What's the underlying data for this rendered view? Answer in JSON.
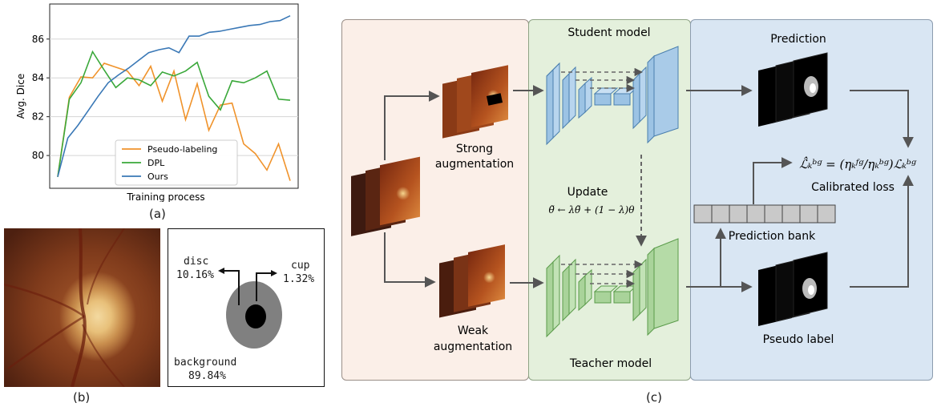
{
  "panel_a": {
    "caption": "(a)",
    "chart_data": {
      "type": "line",
      "title": "",
      "xlabel": "Training process",
      "ylabel": "Avg. Dice",
      "ylim": [
        78.6,
        87.6
      ],
      "yticks": [
        80,
        82,
        84,
        86
      ],
      "x": [
        0,
        1,
        2,
        3,
        4,
        5,
        6,
        7,
        8,
        9,
        10,
        11,
        12,
        13,
        14,
        15,
        16,
        17,
        18,
        19,
        20,
        21,
        22,
        23,
        24,
        25,
        26,
        27,
        28
      ],
      "grid": "horizontal",
      "legend_position": "lower-center",
      "series": [
        {
          "name": "Pseudo-labeling",
          "color": "#f0932b",
          "values": [
            78.9,
            83.0,
            84.05,
            84.0,
            84.75,
            84.55,
            84.35,
            83.6,
            84.6,
            82.8,
            84.35,
            81.85,
            83.7,
            81.3,
            82.6,
            82.7,
            80.6,
            80.1,
            79.25,
            80.6,
            78.7
          ]
        },
        {
          "name": "DPL",
          "color": "#3aa83a",
          "values": [
            78.9,
            82.9,
            83.75,
            85.35,
            84.4,
            83.5,
            84.0,
            83.9,
            83.6,
            84.3,
            84.1,
            84.35,
            84.8,
            83.05,
            82.35,
            83.85,
            83.75,
            84.0,
            84.35,
            82.9,
            82.85
          ]
        },
        {
          "name": "Ours",
          "color": "#3a78b6",
          "values": [
            78.9,
            80.9,
            81.55,
            82.3,
            83.05,
            83.75,
            84.15,
            84.5,
            84.9,
            85.3,
            85.45,
            85.55,
            85.3,
            86.15,
            86.15,
            86.35,
            86.4,
            86.5,
            86.6,
            86.7,
            86.75,
            86.9,
            86.95,
            87.2
          ]
        }
      ]
    }
  },
  "panel_b": {
    "caption": "(b)",
    "disc_label": "disc",
    "disc_pct": "10.16%",
    "cup_label": "cup",
    "cup_pct": "1.32%",
    "bg_label": "background",
    "bg_pct": "89.84%"
  },
  "panel_c": {
    "caption": "(c)",
    "student_model": "Student model",
    "teacher_model": "Teacher model",
    "strong_aug_line1": "Strong",
    "strong_aug_line2": "augmentation",
    "weak_aug_line1": "Weak",
    "weak_aug_line2": "augmentation",
    "update": "Update",
    "update_formula": "θ̃ ← λθ̃ + (1 − λ)θ",
    "prediction": "Prediction",
    "prediction_bank": "Prediction bank",
    "pseudo_label": "Pseudo label",
    "calibrated_loss": "Calibrated loss",
    "loss_formula": "ℒ̂ₖᵇᵍ = (ηₖᶠᵍ/ηₖᵇᵍ)ℒₖᵇᵍ",
    "colors": {
      "aug_bg": "#fbefe8",
      "model_bg": "#e4f0dc",
      "out_bg": "#d9e6f3",
      "student_blue": "#9cc3e4",
      "teacher_green": "#a9d39a"
    }
  }
}
